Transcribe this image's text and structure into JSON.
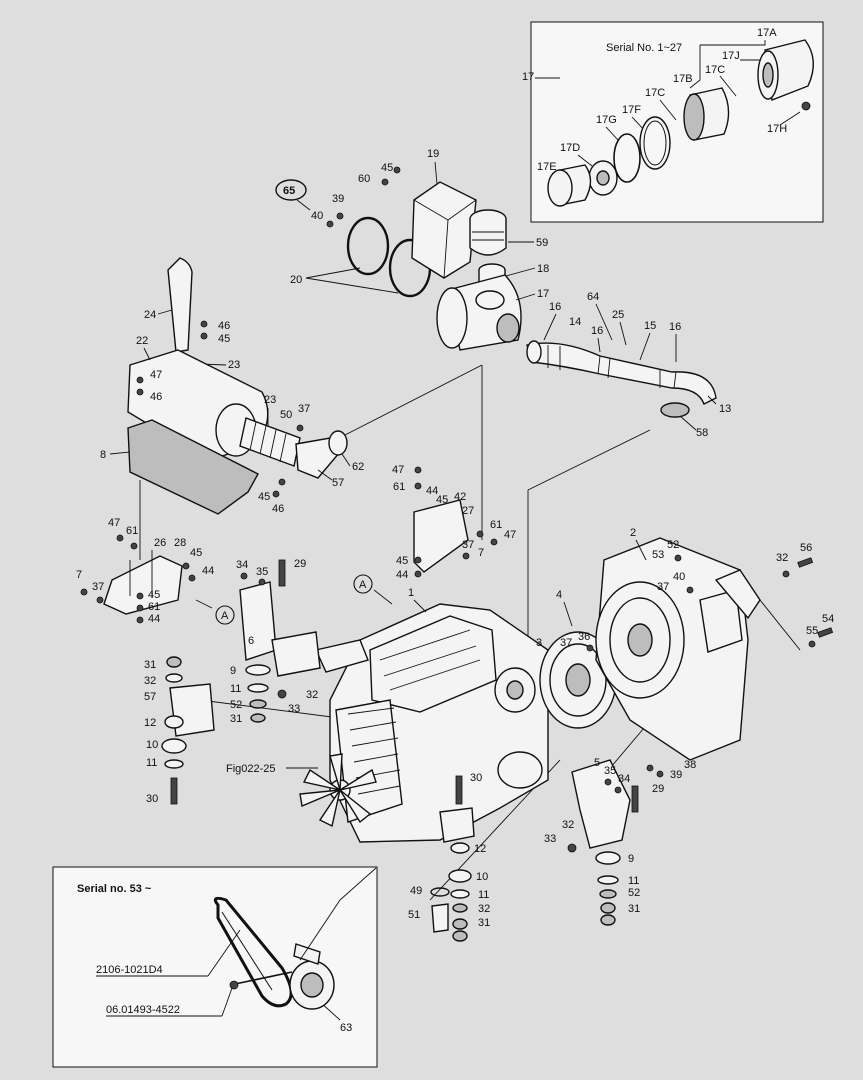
{
  "inset_air_cleaner": {
    "serial": "Serial No. 1~27",
    "parts": [
      "17",
      "17A",
      "17J",
      "17C",
      "17B",
      "17C",
      "17F",
      "17G",
      "17D",
      "17E",
      "17H"
    ]
  },
  "inset_belt": {
    "serial": "Serial no. 53 ~",
    "part_no_1": "2106-1021D4",
    "part_no_2": "06.01493-4522",
    "callout": "63"
  },
  "figure_ref": "Fig022-25",
  "section_marker": "A",
  "callouts": {
    "c65": "65",
    "c40": "40",
    "c39": "39",
    "c20": "20",
    "c60": "60",
    "c45a": "45",
    "c19": "19",
    "c59": "59",
    "c18": "18",
    "c17": "17",
    "c16a": "16",
    "c64": "64",
    "c25": "25",
    "c14": "14",
    "c16b": "16",
    "c15": "15",
    "c16c": "16",
    "c13": "13",
    "c58": "58",
    "c24": "24",
    "c46a": "46",
    "c45b": "45",
    "c22": "22",
    "c23a": "23",
    "c47a": "47",
    "c46b": "46",
    "c23b": "23",
    "c50": "50",
    "c37a": "37",
    "c8": "8",
    "c62": "62",
    "c57a": "57",
    "c45c": "45",
    "c46c": "46",
    "c47b": "47",
    "c61a": "61",
    "c44a": "44",
    "c45d": "45",
    "c42": "42",
    "c27": "27",
    "c61b": "61",
    "c47c": "47",
    "c37b": "37",
    "c7a": "7",
    "c45e": "45",
    "c44b": "44",
    "c47d": "47",
    "c61c": "61",
    "c26": "26",
    "c28": "28",
    "c45f": "45",
    "c44c": "44",
    "c7b": "7",
    "c37c": "37",
    "c45g": "45",
    "c61d": "61",
    "c44d": "44",
    "c34a": "34",
    "c35a": "35",
    "c29a": "29",
    "c6": "6",
    "c9a": "9",
    "c11a": "11",
    "c32a": "32",
    "c52a": "52",
    "c31a": "31",
    "c33a": "33",
    "c31b": "31",
    "c32b": "32",
    "c57b": "57",
    "c12a": "12",
    "c10a": "10",
    "c11b": "11",
    "c30a": "30",
    "c1": "1",
    "c2": "2",
    "c53": "53",
    "c52b": "52",
    "c37d": "37",
    "c40b": "40",
    "c32c": "32",
    "c56": "56",
    "c4": "4",
    "c3": "3",
    "c37e": "37",
    "c36": "36",
    "c54": "54",
    "c55": "55",
    "c5": "5",
    "c35b": "35",
    "c34b": "34",
    "c38": "38",
    "c39b": "39",
    "c29b": "29",
    "c32d": "32",
    "c33b": "33",
    "c9b": "9",
    "c11c": "11",
    "c52c": "52",
    "c31c": "31",
    "c30b": "30",
    "c12b": "12",
    "c10b": "10",
    "c49": "49",
    "c11d": "11",
    "c32e": "32",
    "c51": "51",
    "c31d": "31"
  }
}
